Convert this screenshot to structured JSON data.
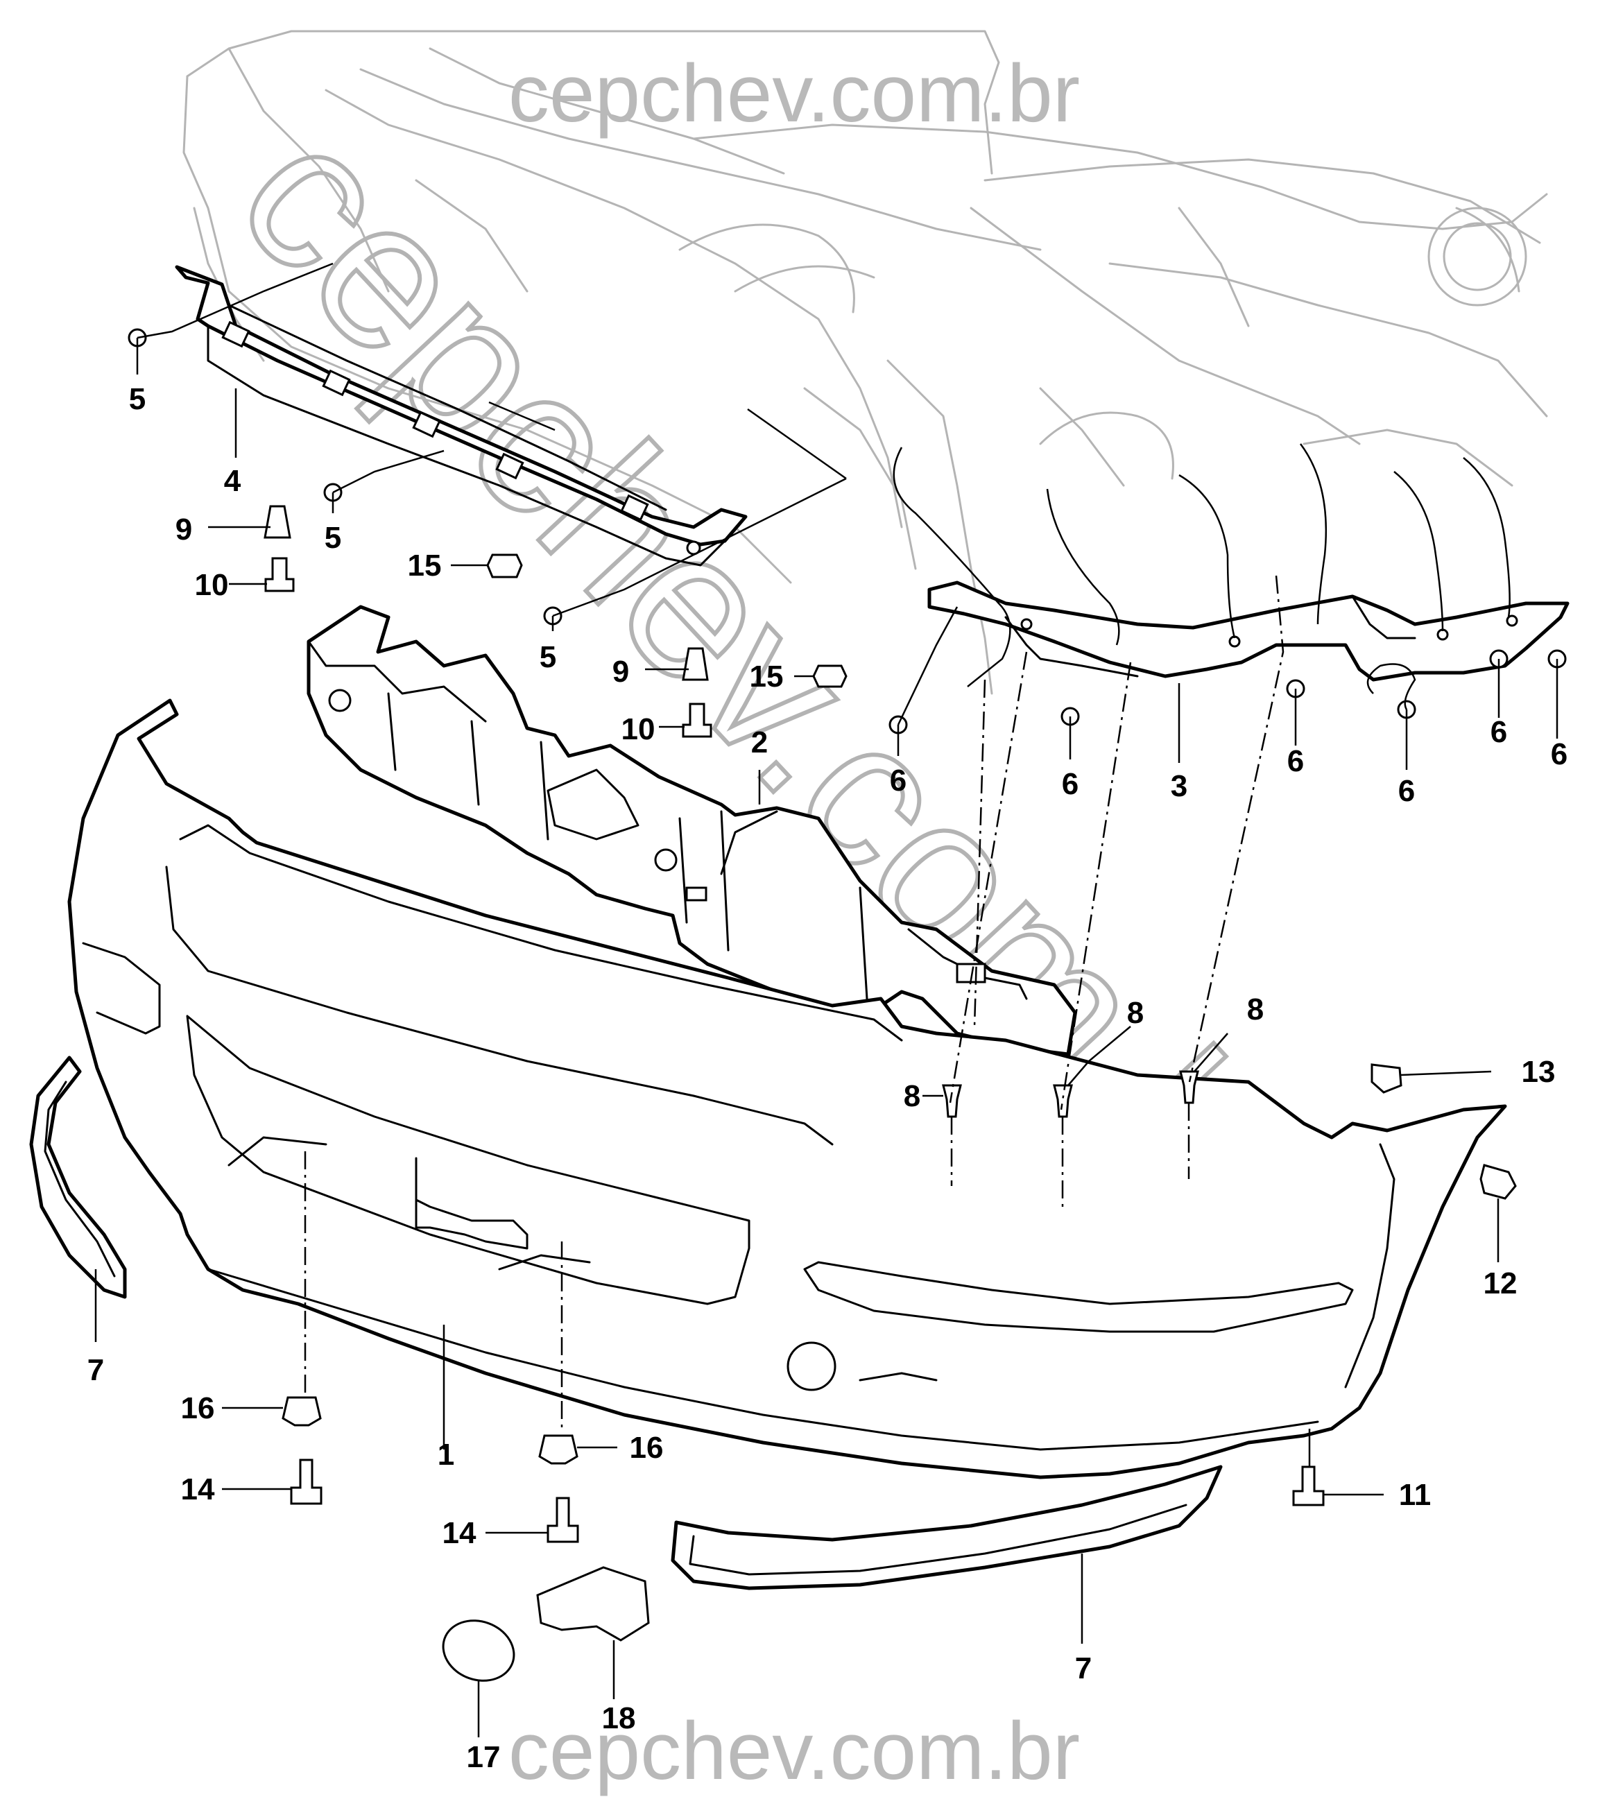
{
  "watermark": {
    "top_text": "cepchev.com.br",
    "bottom_text": "cepchev.com.br",
    "diagonal_text": "cepchev.com.br"
  },
  "callouts": [
    {
      "id": "c1",
      "text": "1"
    },
    {
      "id": "c2",
      "text": "2"
    },
    {
      "id": "c3",
      "text": "3"
    },
    {
      "id": "c4",
      "text": "4"
    },
    {
      "id": "c5a",
      "text": "5"
    },
    {
      "id": "c5b",
      "text": "5"
    },
    {
      "id": "c5c",
      "text": "5"
    },
    {
      "id": "c6a",
      "text": "6"
    },
    {
      "id": "c6b",
      "text": "6"
    },
    {
      "id": "c6c",
      "text": "6"
    },
    {
      "id": "c6d",
      "text": "6"
    },
    {
      "id": "c6e",
      "text": "6"
    },
    {
      "id": "c6f",
      "text": "6"
    },
    {
      "id": "c7a",
      "text": "7"
    },
    {
      "id": "c7b",
      "text": "7"
    },
    {
      "id": "c8a",
      "text": "8"
    },
    {
      "id": "c8b",
      "text": "8"
    },
    {
      "id": "c8c",
      "text": "8"
    },
    {
      "id": "c9a",
      "text": "9"
    },
    {
      "id": "c9b",
      "text": "9"
    },
    {
      "id": "c10a",
      "text": "10"
    },
    {
      "id": "c10b",
      "text": "10"
    },
    {
      "id": "c11",
      "text": "11"
    },
    {
      "id": "c12",
      "text": "12"
    },
    {
      "id": "c13",
      "text": "13"
    },
    {
      "id": "c14a",
      "text": "14"
    },
    {
      "id": "c14b",
      "text": "14"
    },
    {
      "id": "c15a",
      "text": "15"
    },
    {
      "id": "c15b",
      "text": "15"
    },
    {
      "id": "c16a",
      "text": "16"
    },
    {
      "id": "c16b",
      "text": "16"
    },
    {
      "id": "c17",
      "text": "17"
    },
    {
      "id": "c18",
      "text": "18"
    }
  ]
}
